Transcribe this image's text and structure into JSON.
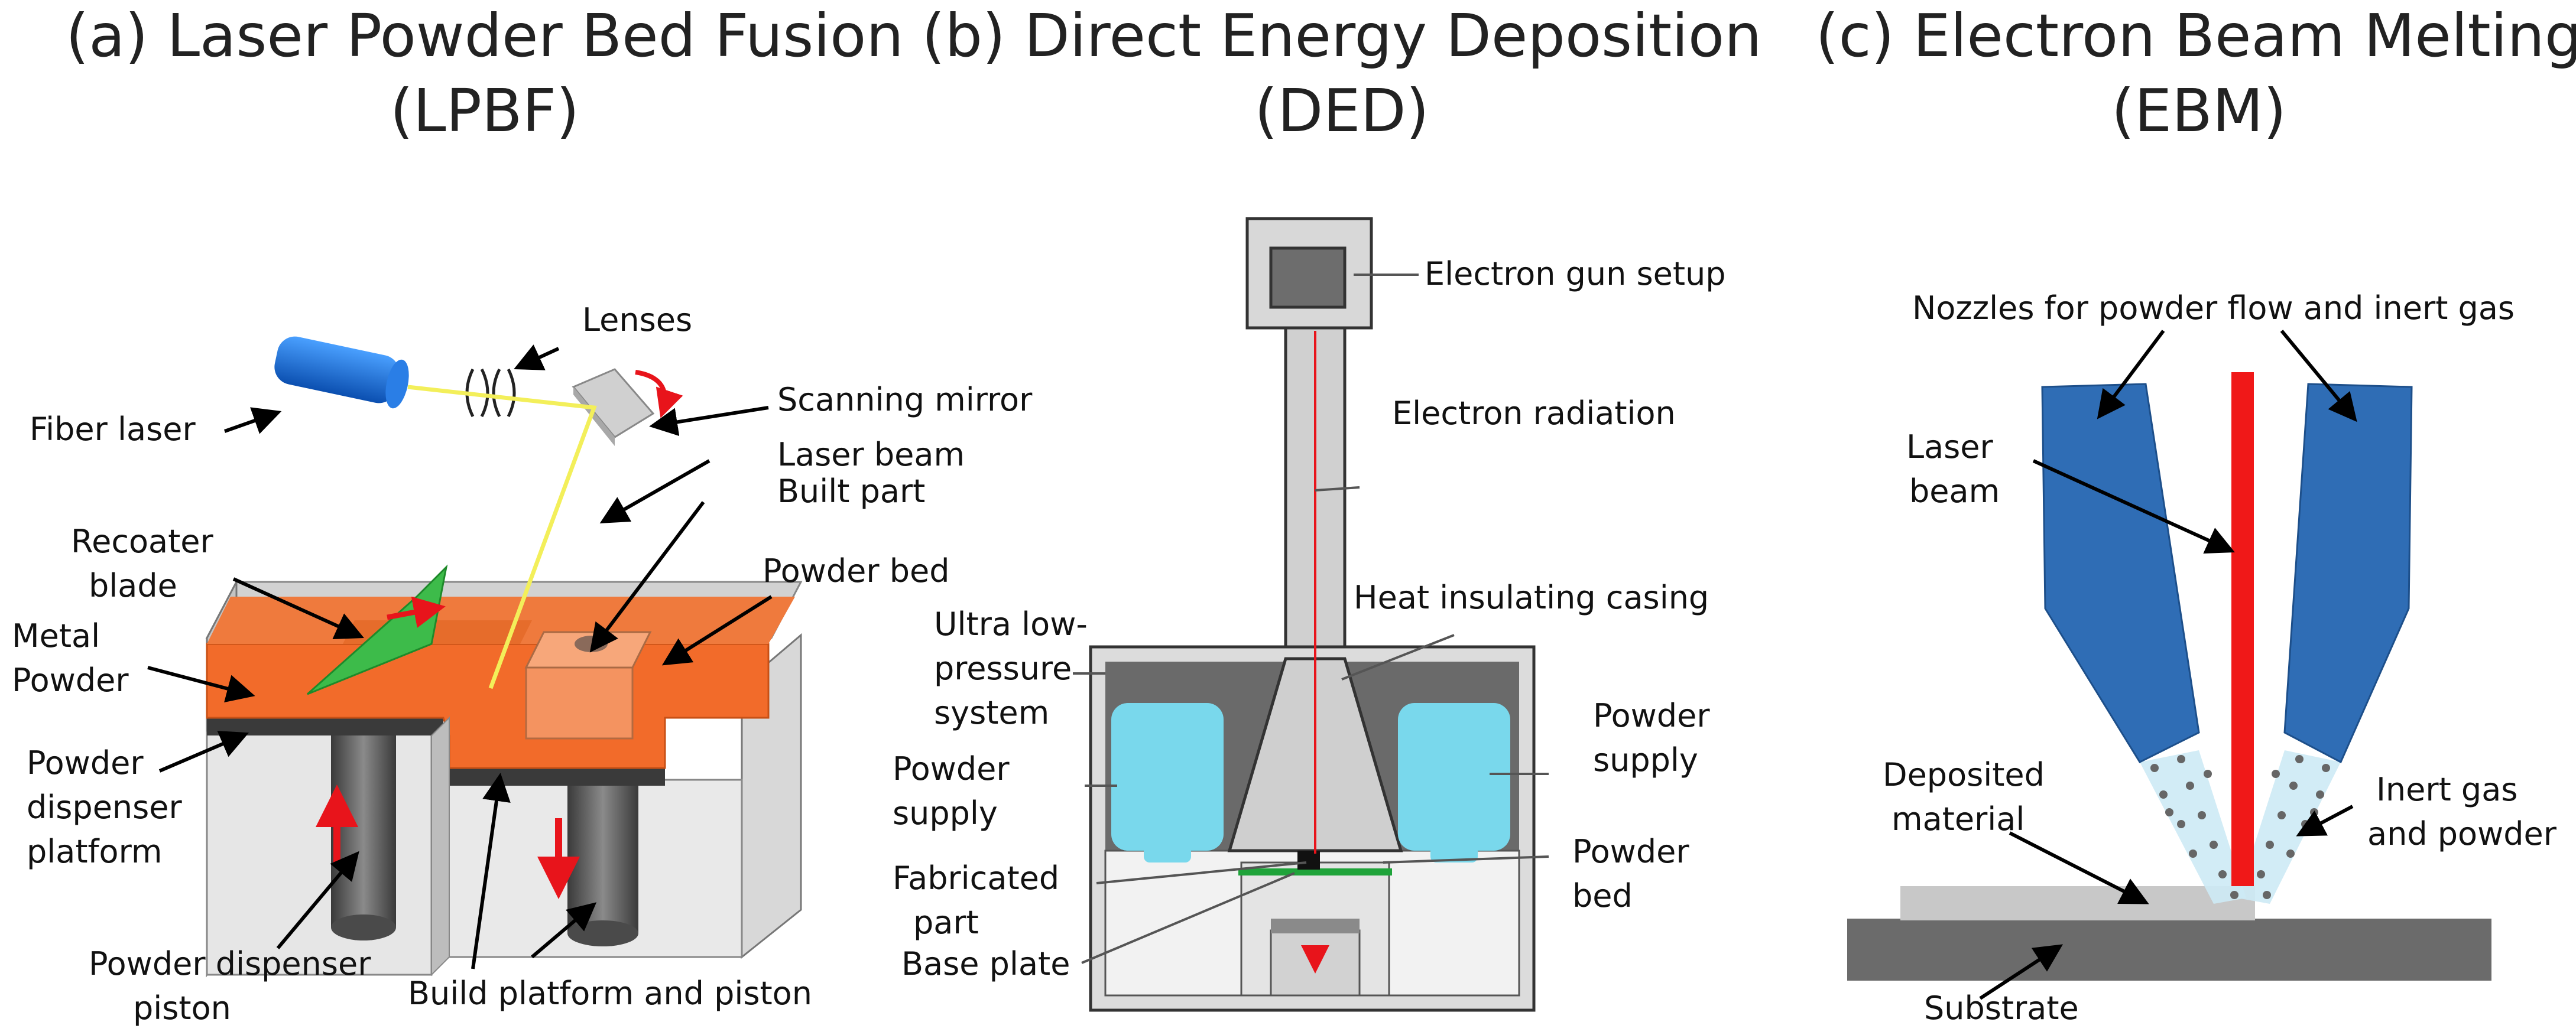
{
  "titles": {
    "a_line1": "(a) Laser Powder Bed Fusion",
    "a_line2": "(LPBF)",
    "b_line1": "(b) Direct Energy Deposition",
    "b_line2": "(DED)",
    "c_line1": "(c) Electron Beam Melting",
    "c_line2": "(EBM)"
  },
  "panel_a": {
    "lenses": "Lenses",
    "fiber_laser": "Fiber laser",
    "scanning_mirror": "Scanning mirror",
    "laser_beam": "Laser beam",
    "built_part": "Built part",
    "recoater_1": "Recoater",
    "recoater_2": "blade",
    "powder_bed": "Powder bed",
    "metal_powder_1": "Metal",
    "metal_powder_2": "Powder",
    "dispenser_platform_1": "Powder",
    "dispenser_platform_2": "dispenser",
    "dispenser_platform_3": "platform",
    "dispenser_piston_1": "Powder dispenser",
    "dispenser_piston_2": "piston",
    "build_platform": "Build platform and piston"
  },
  "panel_b": {
    "electron_gun": "Electron gun setup",
    "electron_radiation": "Electron radiation",
    "heat_casing": "Heat insulating casing",
    "ultra_low_1": "Ultra low-",
    "ultra_low_2": "pressure",
    "ultra_low_3": "system",
    "powder_supply_left_1": "Powder",
    "powder_supply_left_2": "supply",
    "powder_supply_right_1": "Powder",
    "powder_supply_right_2": "supply",
    "fabricated_part_1": "Fabricated",
    "fabricated_part_2": "part",
    "powder_bed_1": "Powder",
    "powder_bed_2": "bed",
    "base_plate": "Base plate"
  },
  "panel_c": {
    "nozzles": "Nozzles for powder flow and inert gas",
    "laser_beam_1": "Laser",
    "laser_beam_2": "beam",
    "deposited_1": "Deposited",
    "deposited_2": "material",
    "inert_gas_1": "Inert gas",
    "inert_gas_2": "and powder",
    "substrate": "Substrate"
  },
  "colors": {
    "powder_orange": "#f26b2a",
    "recoater_green": "#3dbb4a",
    "laser_yellow": "#f3ef5a",
    "fiber_blue": "#1a6fd6",
    "nozzle_blue": "#2f6db5",
    "laser_red": "#f01818",
    "supply_cyan": "#79d8ec",
    "gray_dark": "#6b6b6b",
    "gray_light": "#d8d8d8"
  }
}
